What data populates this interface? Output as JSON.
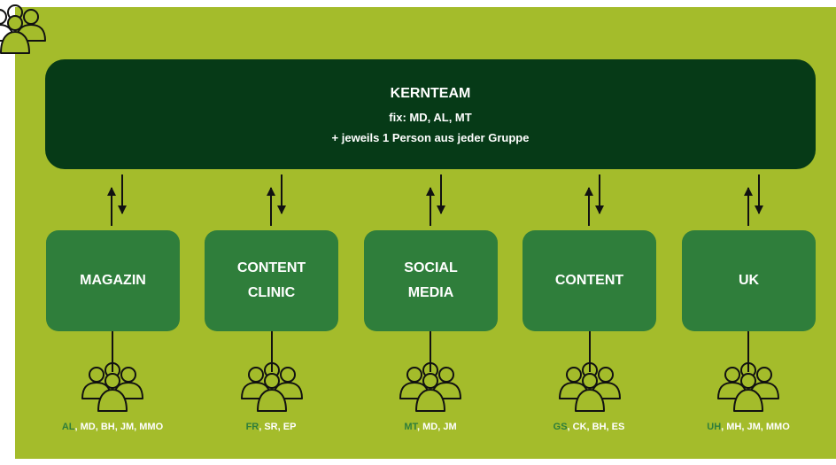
{
  "core": {
    "title": "KERNTEAM",
    "fixed": "fix: MD, AL, MT",
    "note": "+ jeweils 1 Person aus jeder Gruppe"
  },
  "groups": [
    {
      "label": "MAGAZIN",
      "lead": "AL",
      "members": ", MD, BH, JM, MMO"
    },
    {
      "label": "CONTENT\nCLINIC",
      "lead": "FR",
      "members": ", SR, EP"
    },
    {
      "label": "SOCIAL\nMEDIA",
      "lead": "MT",
      "members": ", MD, JM"
    },
    {
      "label": "CONTENT",
      "lead": "GS",
      "members": ", CK, BH, ES"
    },
    {
      "label": "UK",
      "lead": "UH",
      "members": ", MH, JM, MMO"
    }
  ],
  "icons": {
    "people": "group-people-icon",
    "arrows": "bidirectional-arrow-icon"
  },
  "colors": {
    "background": "#a4bc2b",
    "core_box": "#063a17",
    "group_box": "#2f7e3b",
    "text": "#ffffff",
    "lead_text": "#2f7e3b"
  }
}
